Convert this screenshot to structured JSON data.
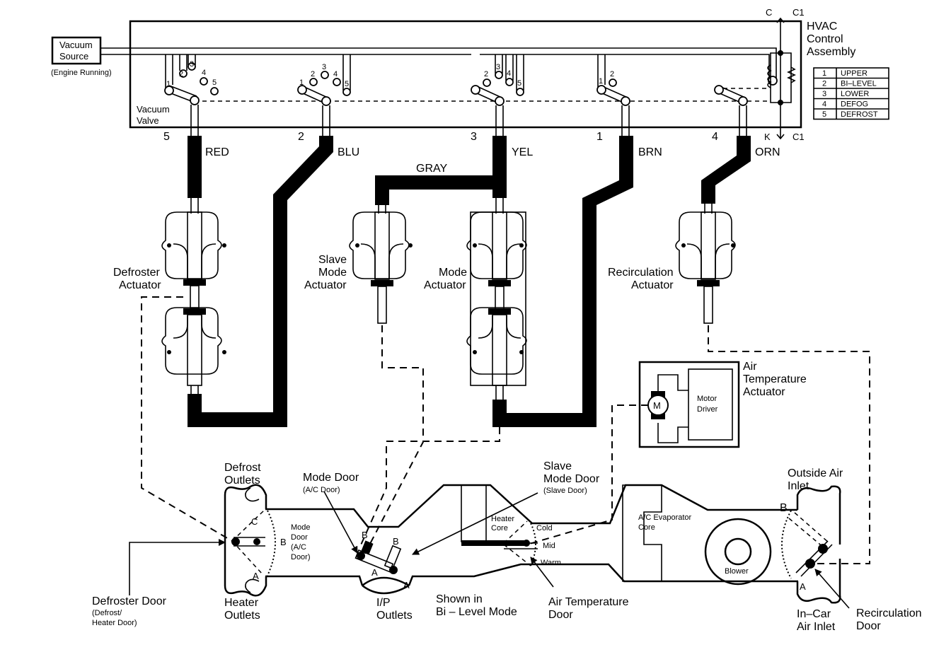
{
  "title": "HVAC Vacuum / Air Distribution Schematic",
  "vacuum_source": {
    "line1": "Vacuum",
    "line2": "Source",
    "note": "(Engine Running)"
  },
  "vacuum_valve": {
    "line1": "Vacuum",
    "line2": "Valve"
  },
  "hvac_control": {
    "line1": "HVAC",
    "line2": "Control",
    "line3": "Assembly",
    "conn_top_left": "C",
    "conn_top_right": "C1",
    "conn_bot_left": "K",
    "conn_bot_right": "C1"
  },
  "mode_table": {
    "rows": [
      {
        "num": "1",
        "mode": "UPPER"
      },
      {
        "num": "2",
        "mode": "BI–LEVEL"
      },
      {
        "num": "3",
        "mode": "LOWER"
      },
      {
        "num": "4",
        "mode": "DEFOG"
      },
      {
        "num": "5",
        "mode": "DEFROST"
      }
    ]
  },
  "valve_ports": [
    "1",
    "2",
    "3",
    "4",
    "5"
  ],
  "hoses": [
    {
      "port": "5",
      "color": "RED"
    },
    {
      "port": "2",
      "color": "BLU"
    },
    {
      "port": "3",
      "color": "YEL"
    },
    {
      "port": "1",
      "color": "BRN"
    },
    {
      "port": "4",
      "color": "ORN"
    },
    {
      "port": "",
      "color": "GRAY"
    }
  ],
  "actuators": {
    "defroster": {
      "line1": "Defroster",
      "line2": "Actuator"
    },
    "slave_mode": {
      "line1": "Slave",
      "line2": "Mode",
      "line3": "Actuator"
    },
    "mode": {
      "line1": "Mode",
      "line2": "Actuator"
    },
    "recirculation": {
      "line1": "Recirculation",
      "line2": "Actuator"
    },
    "air_temperature": {
      "line1": "Air",
      "line2": "Temperature",
      "line3": "Actuator",
      "motor": "M",
      "driver1": "Motor",
      "driver2": "Driver"
    }
  },
  "duct": {
    "defrost_outlets": {
      "line1": "Defrost",
      "line2": "Outlets"
    },
    "heater_outlets": {
      "line1": "Heater",
      "line2": "Outlets"
    },
    "defroster_door": {
      "line1": "Defroster Door",
      "line2": "(Defrost/",
      "line3": "Heater Door)"
    },
    "mode_door_inner": {
      "line1": "Mode",
      "line2": "Door",
      "line3": "(A/C",
      "line4": "Door)"
    },
    "mode_door": {
      "line1": "Mode Door",
      "line2": "(A/C Door)"
    },
    "slave_mode_door": {
      "line1": "Slave",
      "line2": "Mode Door",
      "line3": "(Slave Door)"
    },
    "ip_outlets": {
      "line1": "I/P",
      "line2": "Outlets"
    },
    "shown_in": {
      "line1": "Shown in",
      "line2": "Bi – Level Mode"
    },
    "heater_core": {
      "line1": "Heater",
      "line2": "Core"
    },
    "temp_positions": {
      "cold": "Cold",
      "mid": "Mid",
      "warm": "Warm"
    },
    "air_temp_door": {
      "line1": "Air Temperature",
      "line2": "Door"
    },
    "evaporator": {
      "line1": "A/C Evaporator",
      "line2": "Core"
    },
    "blower": "Blower",
    "outside_air_inlet": {
      "line1": "Outside Air",
      "line2": "Inlet"
    },
    "in_car_air_inlet": {
      "line1": "In–Car",
      "line2": "Air Inlet"
    },
    "recirculation_door": {
      "line1": "Recirculation",
      "line2": "Door"
    },
    "pos_a": "A",
    "pos_b": "B",
    "pos_c": "C"
  }
}
